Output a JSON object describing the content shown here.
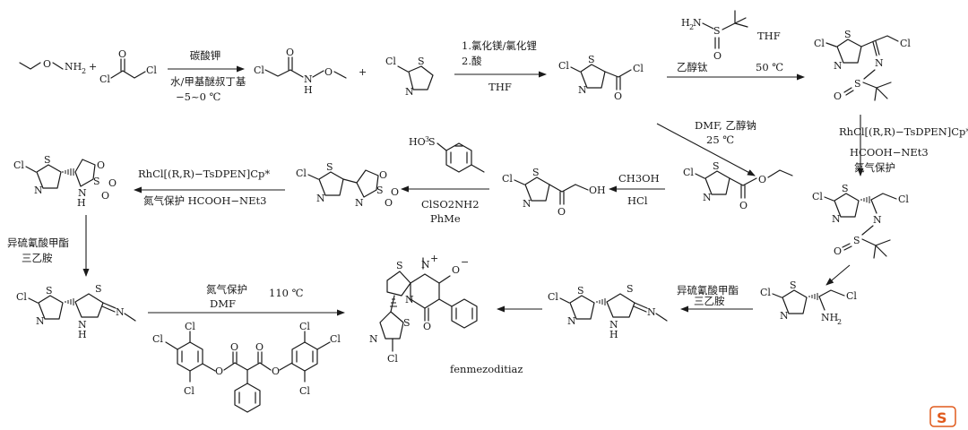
{
  "reagents": {
    "r1_top": "碳酸钾",
    "r1_bot1": "水/甲基醚叔丁基",
    "r1_bot2": "−5~0 ℃",
    "r2_top1": "1.氯化镁/氯化锂",
    "r2_top2": "2.酸",
    "r2_bot": "THF",
    "r3_thf": "THF",
    "r3_bot_left": "乙醇钛",
    "r3_bot_right": "50 ℃",
    "r4_top": "RhCl[(R,R)−TsDPEN]Cp*",
    "r4_bot1": "HCOOH−NEt3",
    "r4_bot2": "氮气保护",
    "r5_top": "DMF, 乙醇钠",
    "r5_bot": "25 ℃",
    "r6_top": "CH3OH",
    "r6_bot": "HCl",
    "r7_bot1": "ClSO2NH2",
    "r7_bot2": "PhMe",
    "r8_top": "RhCl[(R,R)−TsDPEN]Cp*",
    "r8_bot": "氮气保护 HCOOH−NEt3",
    "r9_line1": "异硫氰酸甲酯",
    "r9_line2": "三乙胺",
    "r10_line1": "异硫氰酸甲酯",
    "r10_line2": "三乙胺",
    "r11_top": "氮气保护",
    "r11_right": "110 ℃",
    "r11_bot": "DMF"
  },
  "product_name": "fenmezoditiaz",
  "icon": "watermark-s-logo"
}
